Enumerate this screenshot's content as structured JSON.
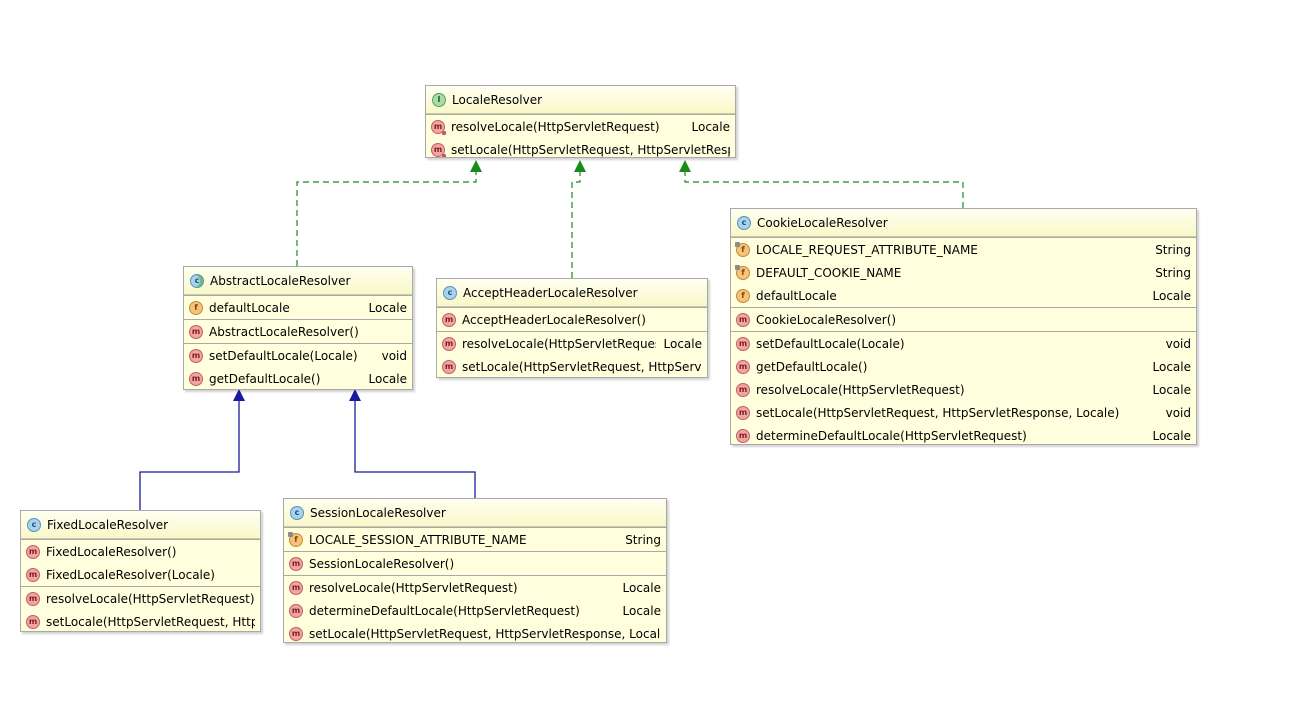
{
  "classes": {
    "locale_resolver": {
      "kind": "interface",
      "name": "LocaleResolver",
      "sections": [
        [
          {
            "icon": "abstract-method-icon",
            "name": "resolveLocale(HttpServletRequest)",
            "type": "Locale"
          },
          {
            "icon": "abstract-method-icon",
            "name": "setLocale(HttpServletRequest, HttpServletResponse, Locale)",
            "type": ""
          }
        ]
      ]
    },
    "abstract_locale_resolver": {
      "kind": "abstract-class",
      "name": "AbstractLocaleResolver",
      "sections": [
        [
          {
            "icon": "field-icon",
            "name": "defaultLocale",
            "type": "Locale"
          }
        ],
        [
          {
            "icon": "method-icon",
            "name": "AbstractLocaleResolver()",
            "type": ""
          }
        ],
        [
          {
            "icon": "method-icon",
            "name": "setDefaultLocale(Locale)",
            "type": "void"
          },
          {
            "icon": "method-icon",
            "name": "getDefaultLocale()",
            "type": "Locale"
          }
        ]
      ]
    },
    "accept_header_locale_resolver": {
      "kind": "class",
      "name": "AcceptHeaderLocaleResolver",
      "sections": [
        [
          {
            "icon": "method-icon",
            "name": "AcceptHeaderLocaleResolver()",
            "type": ""
          }
        ],
        [
          {
            "icon": "method-icon",
            "name": "resolveLocale(HttpServletRequest)",
            "type": "Locale"
          },
          {
            "icon": "method-icon",
            "name": "setLocale(HttpServletRequest, HttpServletResponse, Locale)",
            "type": ""
          }
        ]
      ]
    },
    "cookie_locale_resolver": {
      "kind": "class",
      "name": "CookieLocaleResolver",
      "sections": [
        [
          {
            "icon": "static-field-icon",
            "name": "LOCALE_REQUEST_ATTRIBUTE_NAME",
            "type": "String"
          },
          {
            "icon": "static-field-icon",
            "name": "DEFAULT_COOKIE_NAME",
            "type": "String"
          },
          {
            "icon": "field-icon",
            "name": "defaultLocale",
            "type": "Locale"
          }
        ],
        [
          {
            "icon": "method-icon",
            "name": "CookieLocaleResolver()",
            "type": ""
          }
        ],
        [
          {
            "icon": "method-icon",
            "name": "setDefaultLocale(Locale)",
            "type": "void"
          },
          {
            "icon": "method-icon",
            "name": "getDefaultLocale()",
            "type": "Locale"
          },
          {
            "icon": "method-icon",
            "name": "resolveLocale(HttpServletRequest)",
            "type": "Locale"
          },
          {
            "icon": "method-icon",
            "name": "setLocale(HttpServletRequest, HttpServletResponse, Locale)",
            "type": "void"
          },
          {
            "icon": "method-icon",
            "name": "determineDefaultLocale(HttpServletRequest)",
            "type": "Locale"
          }
        ]
      ]
    },
    "fixed_locale_resolver": {
      "kind": "class",
      "name": "FixedLocaleResolver",
      "sections": [
        [
          {
            "icon": "method-icon",
            "name": "FixedLocaleResolver()",
            "type": ""
          },
          {
            "icon": "method-icon",
            "name": "FixedLocaleResolver(Locale)",
            "type": ""
          }
        ],
        [
          {
            "icon": "method-icon",
            "name": "resolveLocale(HttpServletRequest) le",
            "type": ""
          },
          {
            "icon": "method-icon",
            "name": "setLocale(HttpServletRequest, HttpServletResponse, Locale)",
            "type": ""
          }
        ]
      ]
    },
    "session_locale_resolver": {
      "kind": "class",
      "name": "SessionLocaleResolver",
      "sections": [
        [
          {
            "icon": "static-field-icon",
            "name": "LOCALE_SESSION_ATTRIBUTE_NAME",
            "type": "String"
          }
        ],
        [
          {
            "icon": "method-icon",
            "name": "SessionLocaleResolver()",
            "type": ""
          }
        ],
        [
          {
            "icon": "method-icon",
            "name": "resolveLocale(HttpServletRequest)",
            "type": "Locale"
          },
          {
            "icon": "method-icon",
            "name": "determineDefaultLocale(HttpServletRequest)",
            "type": "Locale"
          },
          {
            "icon": "method-icon",
            "name": "setLocale(HttpServletRequest, HttpServletResponse, Locale) :",
            "type": ""
          }
        ]
      ]
    }
  },
  "relations": [
    {
      "from": "abstract_locale_resolver",
      "to": "locale_resolver",
      "kind": "implements"
    },
    {
      "from": "accept_header_locale_resolver",
      "to": "locale_resolver",
      "kind": "implements"
    },
    {
      "from": "cookie_locale_resolver",
      "to": "locale_resolver",
      "kind": "implements"
    },
    {
      "from": "fixed_locale_resolver",
      "to": "abstract_locale_resolver",
      "kind": "extends"
    },
    {
      "from": "session_locale_resolver",
      "to": "abstract_locale_resolver",
      "kind": "extends"
    }
  ],
  "colors": {
    "implements": "#1a8a1a",
    "extends": "#1a1a9c",
    "box_fill": "#ffffdd",
    "box_border": "#a9a9a9"
  }
}
